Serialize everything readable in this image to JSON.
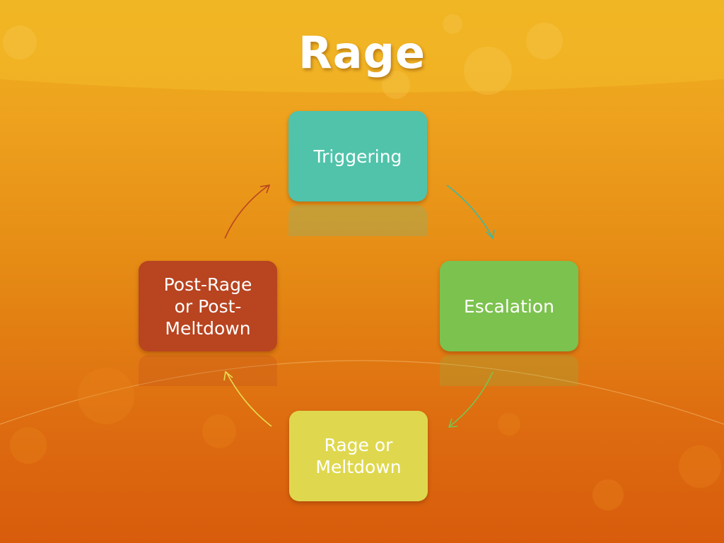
{
  "title": "Rage",
  "cycle": {
    "nodes": [
      {
        "label": "Triggering",
        "color": "#50c3aa"
      },
      {
        "label": "Escalation",
        "color": "#7cc24e"
      },
      {
        "label": "Rage or\nMeltdown",
        "color": "#dfd84e"
      },
      {
        "label": "Post-Rage\nor Post-\nMeltdown",
        "color": "#b84420"
      }
    ],
    "arrow_colors": [
      "#3fb8a0",
      "#7cc24e",
      "#e8dc50",
      "#b84420"
    ]
  },
  "theme": {
    "background_top": "#f0b020",
    "background_bottom": "#d85c0c"
  }
}
